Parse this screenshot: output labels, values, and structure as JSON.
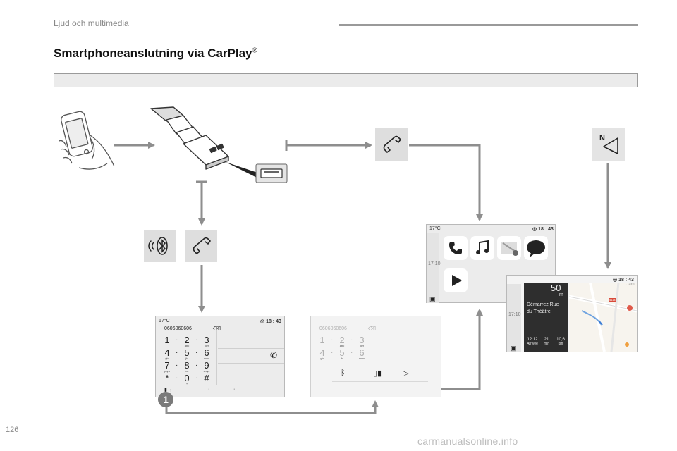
{
  "header": {
    "section_label": "Ljud och multimedia"
  },
  "title": {
    "text": "Smartphoneanslutning via CarPlay",
    "mark": "®"
  },
  "phone_screen": {
    "temperature": "17°C",
    "time": "18 : 43",
    "number": "0606060606",
    "keys": [
      {
        "d": "1",
        "s": ""
      },
      {
        "d": "2",
        "s": "abc"
      },
      {
        "d": "3",
        "s": "def"
      },
      {
        "d": "4",
        "s": "ghi"
      },
      {
        "d": "5",
        "s": "jkl"
      },
      {
        "d": "6",
        "s": "mno"
      },
      {
        "d": "7",
        "s": "pqrs"
      },
      {
        "d": "8",
        "s": "tuv"
      },
      {
        "d": "9",
        "s": "wxyz"
      },
      {
        "d": "*",
        "s": ""
      },
      {
        "d": "0",
        "s": "+"
      },
      {
        "d": "#",
        "s": ""
      }
    ]
  },
  "dim_screen": {
    "number": "0606060606"
  },
  "carplay_home": {
    "temperature": "17°C",
    "time": "18 : 43",
    "clock": "17:10"
  },
  "carplay_nav": {
    "time": "18 : 43",
    "clock": "17:10",
    "distance": "50",
    "distance_unit": "m",
    "instruction_line1": "Démarrez Rue",
    "instruction_line2": "du Théâtre",
    "stats": [
      {
        "value": "12:12",
        "label": "Arrivée"
      },
      {
        "value": "21",
        "label": "min"
      },
      {
        "value": "10,6",
        "label": "km"
      }
    ],
    "map_label": "Cam",
    "road_badge": "4114"
  },
  "nav_icon": {
    "letter": "N"
  },
  "step_badge": "1",
  "page_number": "126",
  "watermark": "carmanualsonline.info",
  "icons": [
    "phone-in-hand-icon",
    "usb-plug-icon",
    "usb-port-icon",
    "phone-handset-icon",
    "bluetooth-icon",
    "navigation-arrow-icon"
  ],
  "colors": {
    "arrow": "#8e8e8e",
    "tile": "#dedede",
    "screen": "#ececec",
    "nav_panel": "#2e2e2e"
  }
}
